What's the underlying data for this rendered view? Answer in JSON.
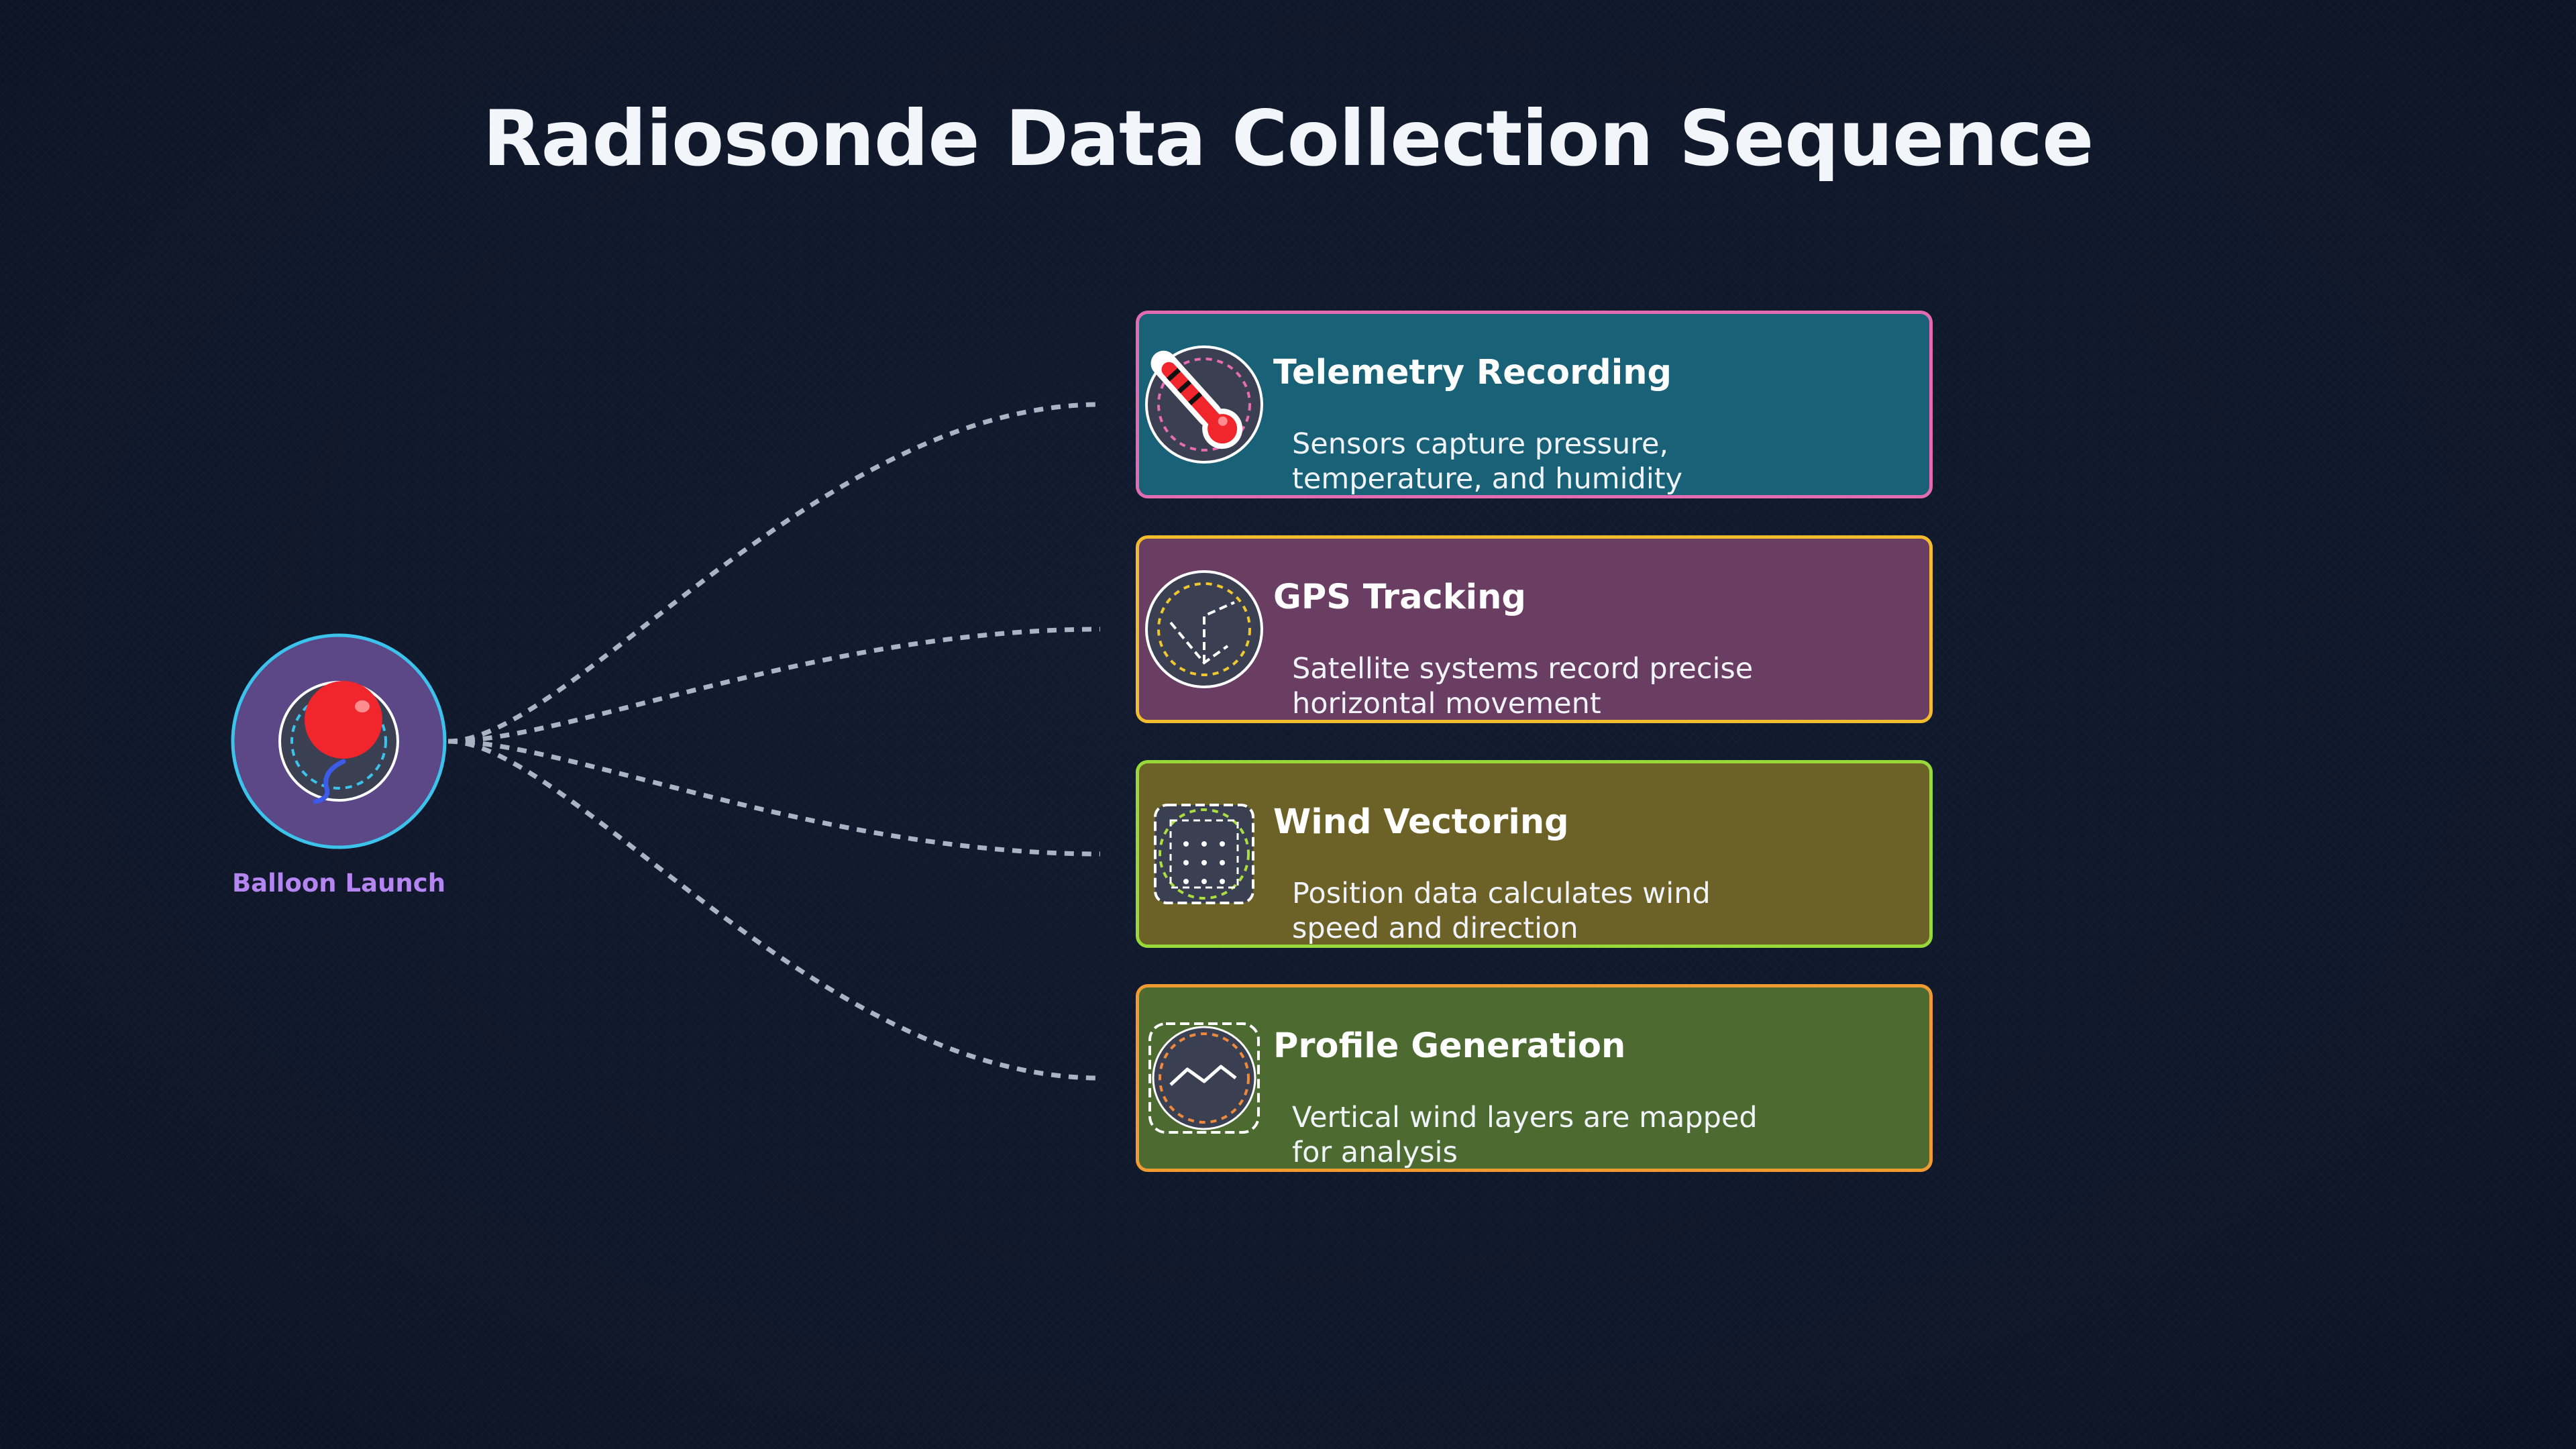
{
  "title": "Radiosonde Data Collection Sequence",
  "source": {
    "label": "Balloon Launch",
    "accent": "#3cc3ec",
    "fill": "#5c4787",
    "balloon_color": "#f0262c"
  },
  "steps": [
    {
      "title": "Telemetry Recording",
      "desc_lines": [
        "Sensors capture pressure,",
        "temperature, and humidity"
      ],
      "icon": "thermometer-icon",
      "fill": "#196177",
      "border": "#e26cb1",
      "accent": "#e86db0"
    },
    {
      "title": "GPS Tracking",
      "desc_lines": [
        "Satellite systems record precise",
        "horizontal movement"
      ],
      "icon": "compass-icon",
      "fill": "#6a3e62",
      "border": "#f2bc2c",
      "accent": "#f0c72e"
    },
    {
      "title": "Wind Vectoring",
      "desc_lines": [
        "Position data calculates wind",
        "speed and direction"
      ],
      "icon": "grid-icon",
      "fill": "#6c6126",
      "border": "#97d83a",
      "accent": "#a9df3e"
    },
    {
      "title": "Profile Generation",
      "desc_lines": [
        "Vertical wind layers are mapped",
        "for analysis"
      ],
      "icon": "line-graph-icon",
      "fill": "#4d6b30",
      "border": "#f09a32",
      "accent": "#f08a3a"
    }
  ]
}
